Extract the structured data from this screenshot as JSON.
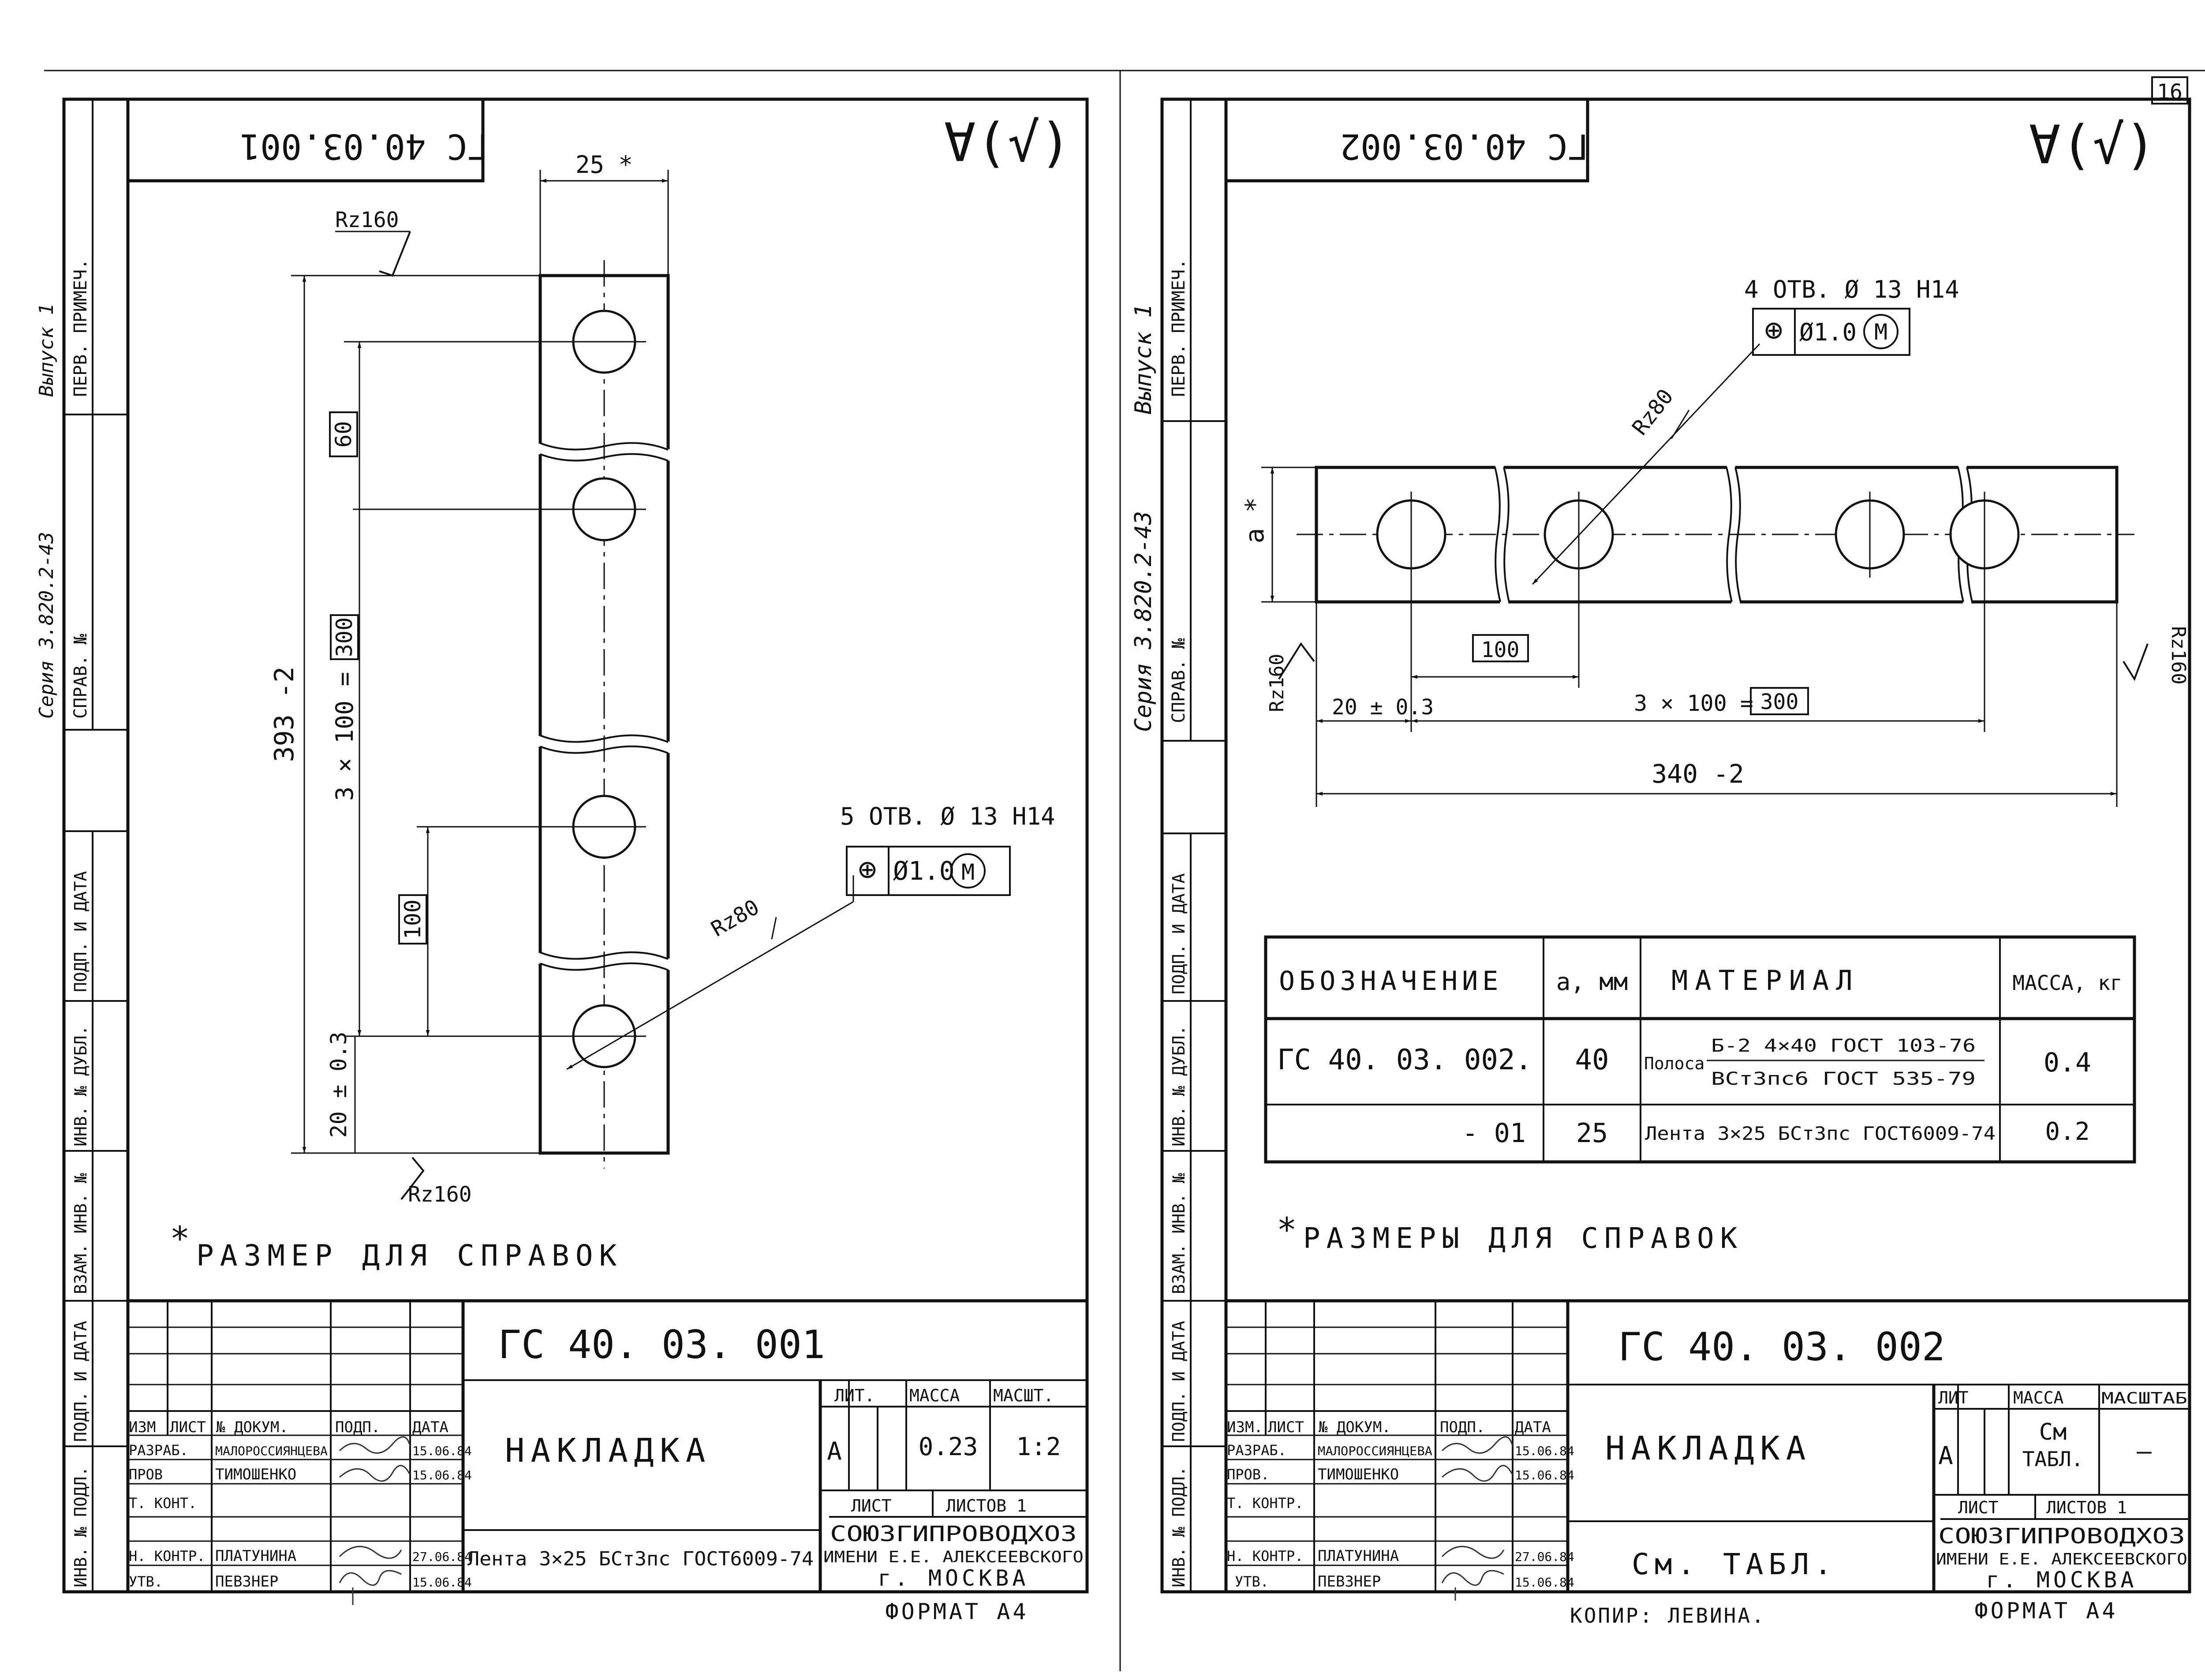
{
  "page_number": "16",
  "side_stamp": {
    "series_text": "Серия 3.820.2-43",
    "issue_text": "Выпуск 1",
    "sprav_label": "СПРАВ. №",
    "perv_label": "ПЕРВ. ПРИМЕЧ.",
    "inv_podl_label": "ИНВ. № ПОДЛ.",
    "podp_data_label": "ПОДП. И ДАТА",
    "vzam_label": "ВЗАМ. ИНВ. №",
    "inv_dubl_label": "ИНВ. № ДУБЛ."
  },
  "sheet_left": {
    "code_mirrored": "ГС 40.03.001",
    "roughness_mark": "∀(√)",
    "dim_width": "25 *",
    "dim_length": "393 -2",
    "dim_pitch": "3 × 100 =",
    "dim_pitch_total": "300",
    "dim_60": "60",
    "dim_100": "100",
    "dim_edge": "20 ± 0.3",
    "rz_top": "Rz160",
    "rz_bottom": "Rz160",
    "rz_hole": "Rz80",
    "holes_note": "5 ОТВ. Ø 13 H14",
    "tol_symbol": "⊕",
    "tol_value": "Ø1.0",
    "tol_modifier": "M",
    "footnote_star": "*",
    "footnote": "РАЗМЕР ДЛЯ СПРАВОК",
    "title_block": {
      "designation": "ГС 40. 03. 001",
      "name": "НАКЛАДКА",
      "material": "Лента 3×25 БСт3пс ГОСТ6009-74",
      "lit_label": "ЛИТ.",
      "massa_label": "МАССА",
      "masht_label": "МАСШТ.",
      "lit_value": "А",
      "massa_value": "0.23",
      "masht_value": "1:2",
      "list_label": "ЛИСТ",
      "listov_label": "ЛИСТОВ 1",
      "org_line1": "СОЮЗГИПРОВОДХОЗ",
      "org_line2": "ИМЕНИ Е.Е. АЛЕКСЕЕВСКОГО",
      "org_line3": "г. МОСКВА",
      "format": "ФОРМАТ А4",
      "hdr_izm": "ИЗМ",
      "hdr_list": "ЛИСТ",
      "hdr_doc": "№ ДОКУМ.",
      "hdr_podp": "ПОДП.",
      "hdr_data": "ДАТА",
      "row_razrab": "РАЗРАБ.",
      "row_prov": "ПРОВ",
      "row_tkont": "Т. КОНТ.",
      "row_nkont": "Н. КОНТР.",
      "row_utv": "УТВ.",
      "name_razrab": "МАЛОРОССИЯНЦЕВА",
      "name_prov": "ТИМОШЕНКО",
      "name_nkont": "ПЛАТУНИНА",
      "name_utv": "ПЕВЗНЕР",
      "date_razrab": "15.06.84",
      "date_prov": "15.06.84",
      "date_nkont": "27.06.84",
      "date_utv": "15.06.84"
    }
  },
  "sheet_right": {
    "code_mirrored": "ГС 40.03.002",
    "roughness_mark": "∀(√)",
    "holes_note": "4 ОТВ. Ø 13 H14",
    "tol_symbol": "⊕",
    "tol_value": "Ø1.0",
    "tol_modifier": "M",
    "rz_hole": "Rz80",
    "rz_left": "Rz160",
    "rz_right": "Rz160",
    "dim_a": "a *",
    "dim_100": "100",
    "dim_edge": "20 ± 0.3",
    "dim_pitch": "3 × 100 =",
    "dim_pitch_total": "300",
    "dim_length": "340 -2",
    "spec_table": {
      "headers": [
        "ОБОЗНАЧЕНИЕ",
        "a, мм",
        "МАТЕРИАЛ",
        "МАССА, кг"
      ],
      "rows": [
        {
          "designation": "ГС 40. 03. 002.",
          "a": "40",
          "material_prefix": "Полоса",
          "material_top": "Б-2 4×40 ГОСТ 103-76",
          "material_bottom": "ВСт3пс6 ГОСТ 535-79",
          "mass": "0.4"
        },
        {
          "designation": "- 01",
          "a": "25",
          "material_prefix": "",
          "material_top": "Лента 3×25 БСт3пс ГОСТ6009-74",
          "material_bottom": "",
          "mass": "0.2"
        }
      ]
    },
    "footnote_star": "*",
    "footnote": "РАЗМЕРЫ ДЛЯ СПРАВОК",
    "title_block": {
      "designation": "ГС 40. 03. 002",
      "name": "НАКЛАДКА",
      "material": "См. ТАБЛ.",
      "lit_label": "ЛИТ",
      "massa_label": "МАССА",
      "masht_label": "МАСШТАБ",
      "lit_value": "А",
      "massa_value_line1": "См",
      "massa_value_line2": "ТАБЛ.",
      "masht_value": "—",
      "list_label": "ЛИСТ",
      "listov_label": "ЛИСТОВ 1",
      "org_line1": "СОЮЗГИПРОВОДХОЗ",
      "org_line2": "ИМЕНИ Е.Е. АЛЕКСЕЕВСКОГО",
      "org_line3": "г. МОСКВА",
      "format": "ФОРМАТ А4",
      "copier": "КОПИР: ЛЕВИНА.",
      "hdr_izm": "ИЗМ.",
      "hdr_list": "ЛИСТ",
      "hdr_doc": "№ ДОКУМ.",
      "hdr_podp": "ПОДП.",
      "hdr_data": "ДАТА",
      "row_razrab": "РАЗРАБ.",
      "row_prov": "ПРОВ.",
      "row_tkont": "Т. КОНТР.",
      "row_nkont": "Н. КОНТР.",
      "row_utv": "УТВ.",
      "name_razrab": "МАЛОРОССИЯНЦЕВА",
      "name_prov": "ТИМОШЕНКО",
      "name_nkont": "ПЛАТУНИНА",
      "name_utv": "ПЕВЗНЕР",
      "date_razrab": "15.06.84",
      "date_prov": "15.06.84",
      "date_nkont": "27.06.84",
      "date_utv": "15.06.84"
    }
  }
}
